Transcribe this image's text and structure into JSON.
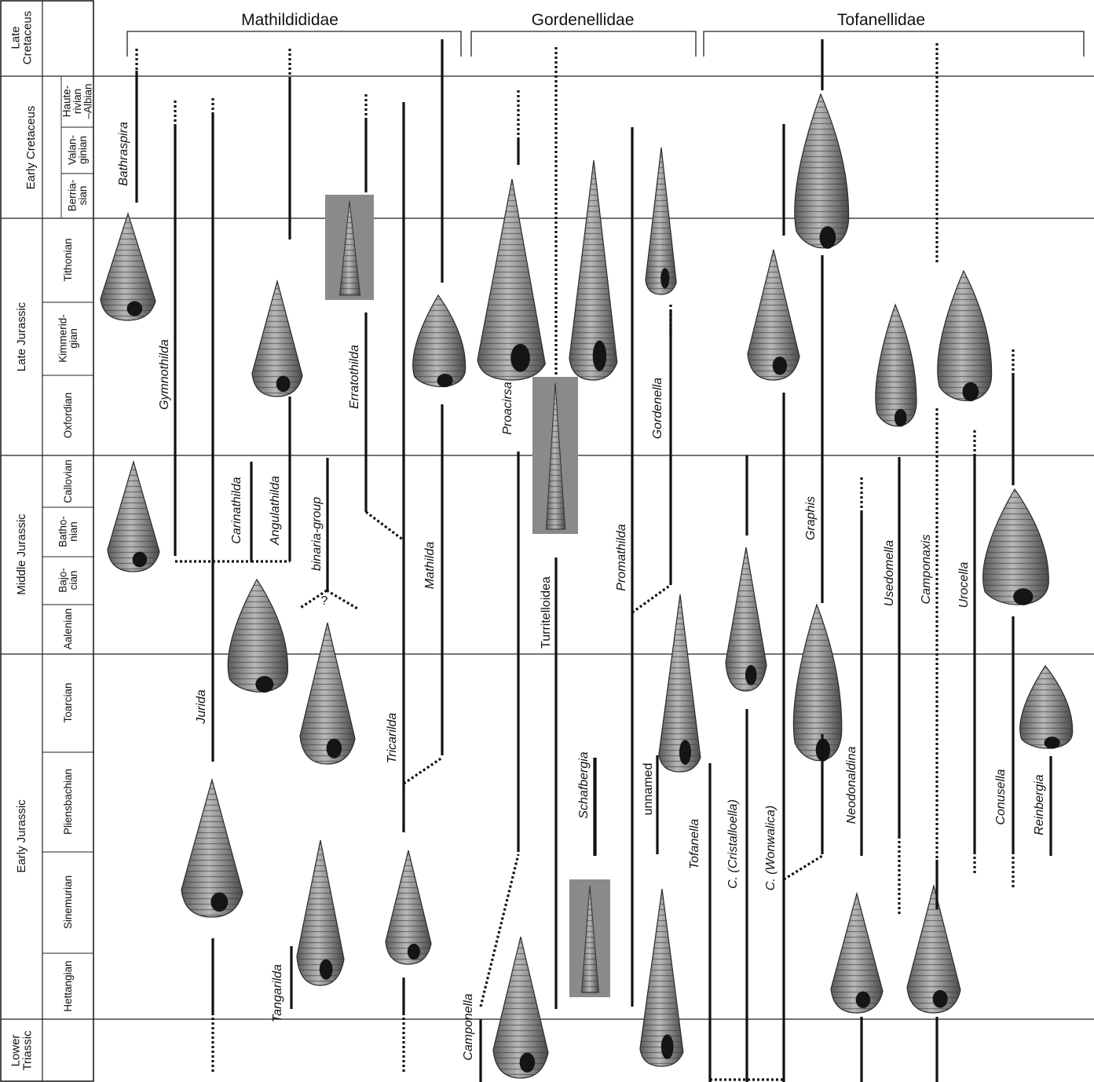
{
  "families": [
    "Mathildididae",
    "Gordenellidae",
    "Tofanellidae"
  ],
  "periods": [
    {
      "label": "Late Cretaceus",
      "lines": [
        "Late",
        "Cretaceus"
      ]
    },
    {
      "label": "Early Cretaceus",
      "lines": [
        "Early Cretaceus"
      ]
    },
    {
      "label": "Late Jurassic",
      "lines": [
        "Late Jurassic"
      ]
    },
    {
      "label": "Middle Jurassic",
      "lines": [
        "Middle Jurassic"
      ]
    },
    {
      "label": "Early Jurassic",
      "lines": [
        "Early Jurassic"
      ]
    },
    {
      "label": "Lower Triassic",
      "lines": [
        "Lower",
        "Triassic"
      ]
    }
  ],
  "stages": [
    {
      "label": "Haute-rivian –Albian",
      "lines": [
        "Haute-",
        "rivian",
        "–Albian"
      ]
    },
    {
      "label": "Valan-ginian",
      "lines": [
        "Valan-",
        "ginian"
      ]
    },
    {
      "label": "Berria-sian",
      "lines": [
        "Berria-",
        "sian"
      ]
    },
    {
      "label": "Tithonian",
      "lines": [
        "Tithonian"
      ]
    },
    {
      "label": "Kimmerid-gian",
      "lines": [
        "Kimmerid-",
        "gian"
      ]
    },
    {
      "label": "Oxfordian",
      "lines": [
        "Oxfordian"
      ]
    },
    {
      "label": "Callovian",
      "lines": [
        "Callovian"
      ]
    },
    {
      "label": "Batho-nian",
      "lines": [
        "Batho-",
        "nian"
      ]
    },
    {
      "label": "Bajo-cian",
      "lines": [
        "Bajo-",
        "cian"
      ]
    },
    {
      "label": "Aalenian",
      "lines": [
        "Aalenian"
      ]
    },
    {
      "label": "Toarcian",
      "lines": [
        "Toarcian"
      ]
    },
    {
      "label": "Pliensbachian",
      "lines": [
        "Pliensbachian"
      ]
    },
    {
      "label": "Sinemurian",
      "lines": [
        "Sinemurian"
      ]
    },
    {
      "label": "Hettangian",
      "lines": [
        "Hettangian"
      ]
    }
  ],
  "taxa": [
    {
      "label": "Bathraspira",
      "italic": true
    },
    {
      "label": "Gymnothilda",
      "italic": true
    },
    {
      "label": "Jurida",
      "italic": true
    },
    {
      "label": "Carinathilda",
      "italic": true
    },
    {
      "label": "Angulathilda",
      "italic": true
    },
    {
      "label": "binaria-group",
      "italic": true
    },
    {
      "label": "?",
      "italic": false
    },
    {
      "label": "Erratothilda",
      "italic": true
    },
    {
      "label": "Tricarilda",
      "italic": true
    },
    {
      "label": "Mathilda",
      "italic": true
    },
    {
      "label": "Tangarilda",
      "italic": true
    },
    {
      "label": "Proacirsa",
      "italic": true
    },
    {
      "label": "Camponella",
      "italic": true
    },
    {
      "label": "Turritelloidea",
      "italic": false
    },
    {
      "label": "Schafbergia",
      "italic": true
    },
    {
      "label": "Promathilda",
      "italic": true
    },
    {
      "label": "Gordenella",
      "italic": true
    },
    {
      "label": "unnamed",
      "italic": false
    },
    {
      "label": "Tofanella",
      "italic": true
    },
    {
      "label": "C. (Cristalloella)",
      "italic": true
    },
    {
      "label": "C. (Wonwalica)",
      "italic": true
    },
    {
      "label": "Graphis",
      "italic": true
    },
    {
      "label": "Neodonaldina",
      "italic": true
    },
    {
      "label": "Usedomella",
      "italic": true
    },
    {
      "label": "Camponaxis",
      "italic": true
    },
    {
      "label": "Urocella",
      "italic": true
    },
    {
      "label": "Conusella",
      "italic": true
    },
    {
      "label": "Reinbergia",
      "italic": true
    }
  ]
}
